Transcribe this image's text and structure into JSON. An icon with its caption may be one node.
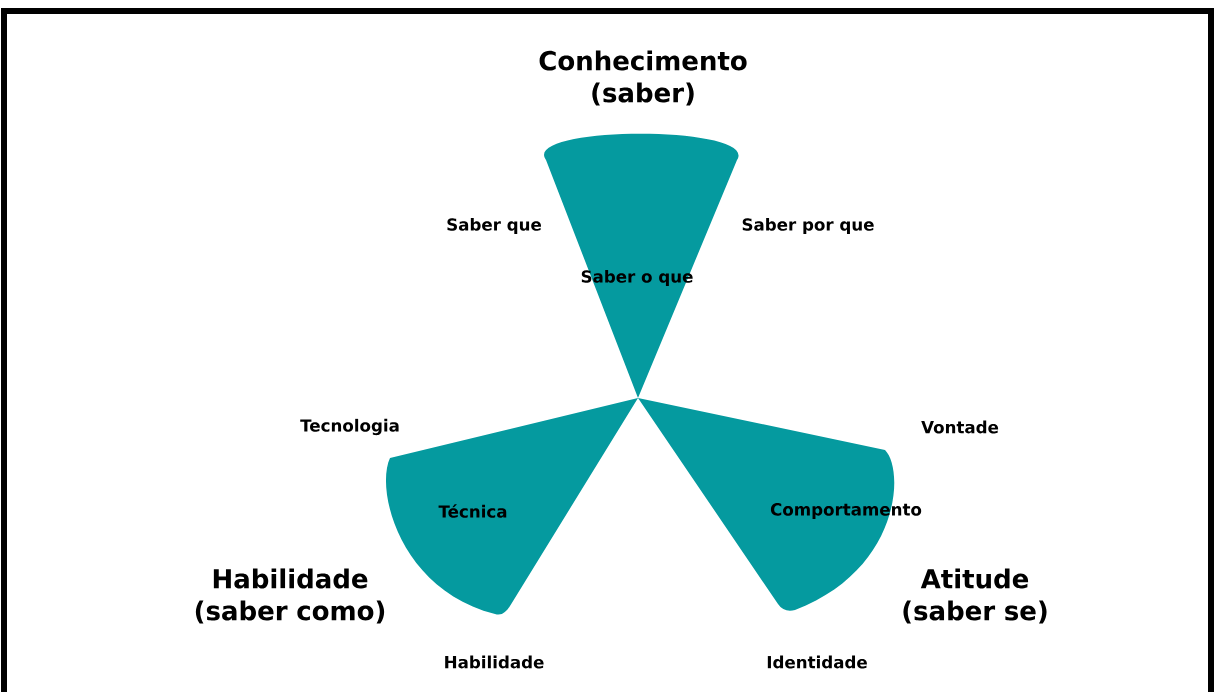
{
  "diagram": {
    "nodes": [
      {
        "text": [
          "Conhecimento (saber)",
          "Saber o que"
        ],
        "beside": [
          "Saber que",
          "Saber por que"
        ]
      },
      {
        "text": [
          "Técnica",
          "Habilidade (saber como)"
        ],
        "beside": [
          "Tecnologia",
          "Habilidade"
        ]
      },
      {
        "text": [
          "Comportamento",
          "Atitude (saber se)"
        ],
        "beside": [
          "Vontade",
          "Identidade"
        ]
      }
    ]
  }
}
